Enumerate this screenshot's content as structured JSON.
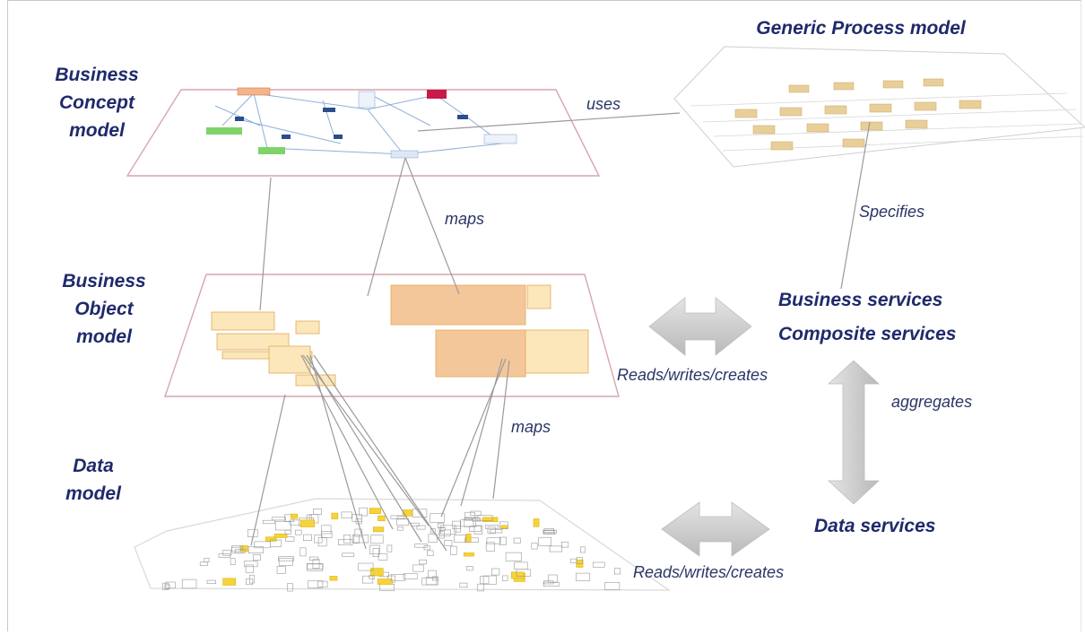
{
  "layers": {
    "business_concept": {
      "title_lines": [
        "Business",
        "Concept",
        "model"
      ]
    },
    "business_object": {
      "title_lines": [
        "Business",
        "Object",
        "model"
      ]
    },
    "data": {
      "title_lines": [
        "Data",
        "model"
      ]
    },
    "generic_process": {
      "title": "Generic Process model"
    }
  },
  "services": {
    "business": "Business services",
    "composite": "Composite services",
    "data": "Data services"
  },
  "connectors": {
    "uses": "uses",
    "maps_top": "maps",
    "maps_bottom": "maps",
    "specifies": "Specifies",
    "aggregates": "aggregates",
    "rwc_top": "Reads/writes/creates",
    "rwc_bottom": "Reads/writes/creates"
  },
  "colors": {
    "title_text": "#1f2a6b",
    "label_text": "#2a3566",
    "arrow_fill": "#c9c9c9",
    "plane_border": "#d7a6ae",
    "connector_line": "#9a9a9a"
  }
}
